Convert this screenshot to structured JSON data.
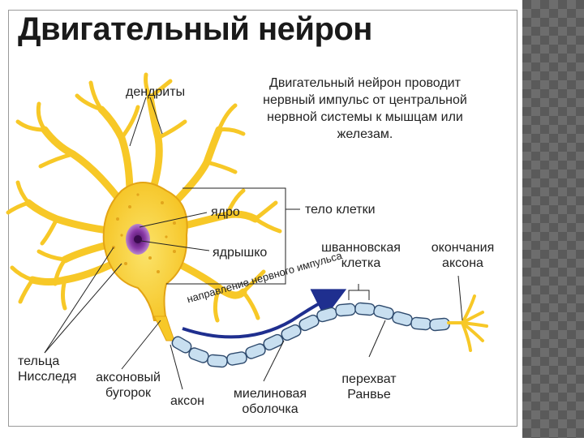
{
  "title": "Двигательный нейрон",
  "description": "Двигательный нейрон проводит нервный импульс от центральной нервной системы к мышцам или железам.",
  "labels": {
    "dendrites": "дендриты",
    "nucleus": "ядро",
    "cell_body": "тело клетки",
    "nucleolus": "ядрышко",
    "schwann_cell": "шванновская клетка",
    "axon_terminals": "окончания аксона",
    "impulse_direction": "направление нервного импульса",
    "nissl_bodies": "тельца Нисследя",
    "axon_hillock": "аксоновый бугорок",
    "axon": "аксон",
    "myelin_sheath": "миелиновая оболочка",
    "ranvier_node": "перехват Ранвье"
  },
  "colors": {
    "neuron_fill": "#f7c827",
    "neuron_stroke": "#e3a414",
    "nucleus": "#8a3fa8",
    "myelin": "#c8dff0",
    "myelin_stroke": "#2f4b6e",
    "arrow": "#1f2f8f"
  }
}
